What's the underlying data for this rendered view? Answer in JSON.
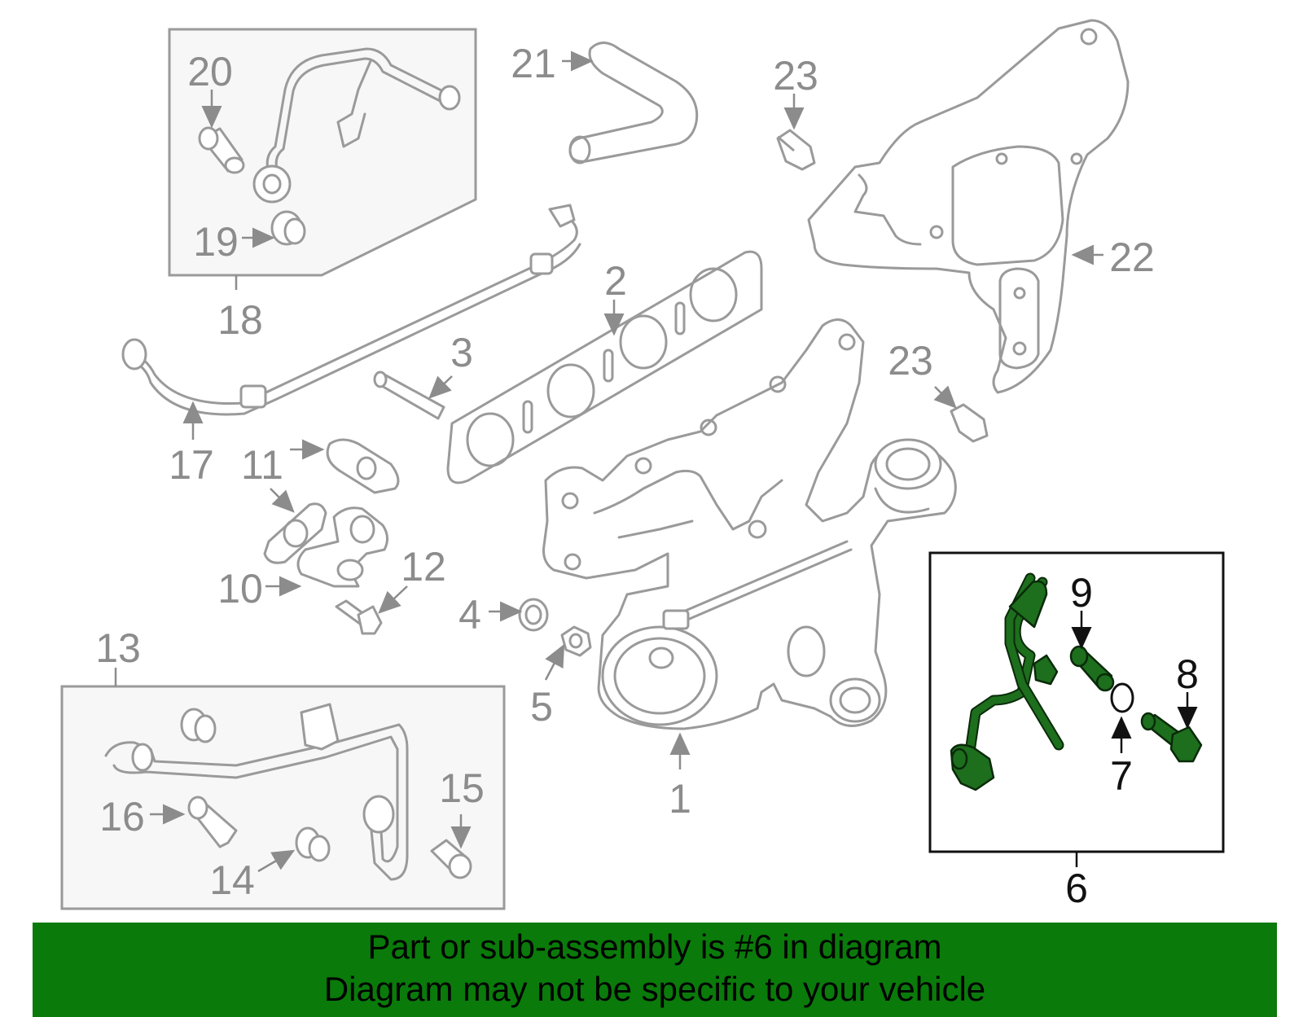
{
  "diagram": {
    "callouts": {
      "c1": "1",
      "c2": "2",
      "c3": "3",
      "c4": "4",
      "c5": "5",
      "c6": "6",
      "c7": "7",
      "c8": "8",
      "c9": "9",
      "c10": "10",
      "c11": "11",
      "c12": "12",
      "c13": "13",
      "c14": "14",
      "c15": "15",
      "c16": "16",
      "c17": "17",
      "c18": "18",
      "c19": "19",
      "c20": "20",
      "c21": "21",
      "c22": "22",
      "c23a": "23",
      "c23b": "23"
    },
    "highlighted_part": "6",
    "colors": {
      "highlight": "#1d6e1d",
      "banner": "#0a7a0a",
      "part_outline": "#9a9a9a"
    }
  },
  "banner": {
    "line1": "Part or sub-assembly is #6 in diagram",
    "line2": "Diagram may not be specific to your vehicle"
  }
}
